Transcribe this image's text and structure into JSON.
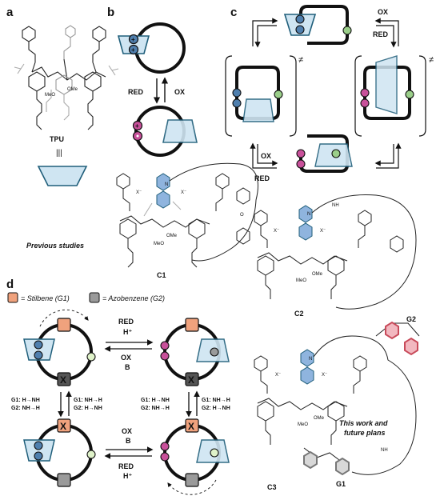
{
  "panels": {
    "a": "a",
    "b": "b",
    "c": "c",
    "d": "d"
  },
  "molecules": {
    "tpu": "TPU",
    "equiv": "|||",
    "c1": "C1",
    "c2": "C2",
    "c3": "C3",
    "g1": "G1",
    "g2": "G2"
  },
  "texts": {
    "previous": "Previous studies",
    "this_work_1": "This work and",
    "this_work_2": "future plans"
  },
  "arrows": {
    "red": "RED",
    "ox": "OX",
    "h_plus": "H⁺",
    "base": "B",
    "neq": "≠"
  },
  "legend": {
    "stilbene": "= Stilbene (G1)",
    "azobenzene": "= Azobenzene (G2)"
  },
  "conditions": {
    "g1_left": "G1: H→NH",
    "g2_left": "G2: NH→H",
    "g1_right": "G1: H→NH",
    "g2_right": "G2: NH→H",
    "g1_left_b": "G1: NH→H",
    "g2_left_b": "G2: H→NH",
    "g1_right_b": "G1: NH→H",
    "g2_right_b": "G2: H→NH"
  },
  "atoms": {
    "ome": "OMe",
    "meo": "MeO",
    "x": "X⁻",
    "n": "N",
    "o": "O",
    "nh": "NH",
    "h": "H"
  },
  "colors": {
    "ring": "#111111",
    "cup_fill": "#cfe5f2",
    "cup_stroke": "#1f5e7a",
    "plus_blue": "#4f7fae",
    "plus_magenta": "#c8509a",
    "plus_green": "#9bcf8a",
    "stilbene": "#f0a27d",
    "azobenzene": "#9a9a9a",
    "pyridinium": "#8fb4de",
    "g2_highlight": "#e87a88"
  }
}
